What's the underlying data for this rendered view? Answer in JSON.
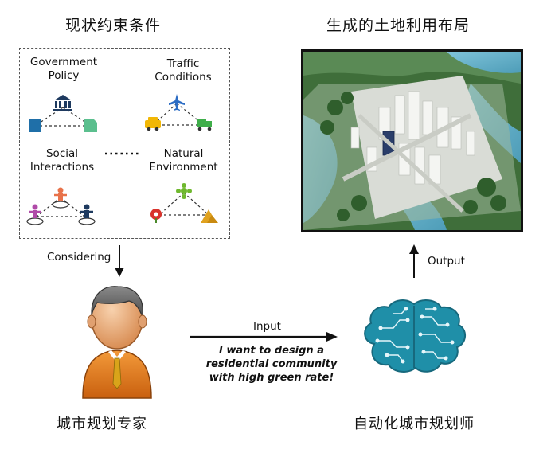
{
  "left_title": "现状约束条件",
  "right_title": "生成的土地利用布局",
  "constraints": {
    "government_policy": "Government\nPolicy",
    "traffic_conditions": "Traffic\nConditions",
    "social_interactions": "Social\nInteractions",
    "natural_environment": "Natural\nEnvironment"
  },
  "arrows": {
    "considering": "Considering",
    "input": "Input",
    "output": "Output"
  },
  "quote_lines": [
    "I want to design a",
    "residential community",
    "with high green rate!"
  ],
  "expert_label": "城市规划专家",
  "ai_label": "自动化城市规划师",
  "colors": {
    "brain": "#1f8fa8",
    "brain_dark": "#17697d",
    "expert_shirt": "#e07a1e",
    "expert_head": "#f0b98a"
  },
  "icons": [
    "bank-icon",
    "airplane-icon",
    "taxi-icon",
    "truck-icon",
    "people-icon",
    "plant-icon",
    "flower-icon",
    "mountain-icon"
  ]
}
